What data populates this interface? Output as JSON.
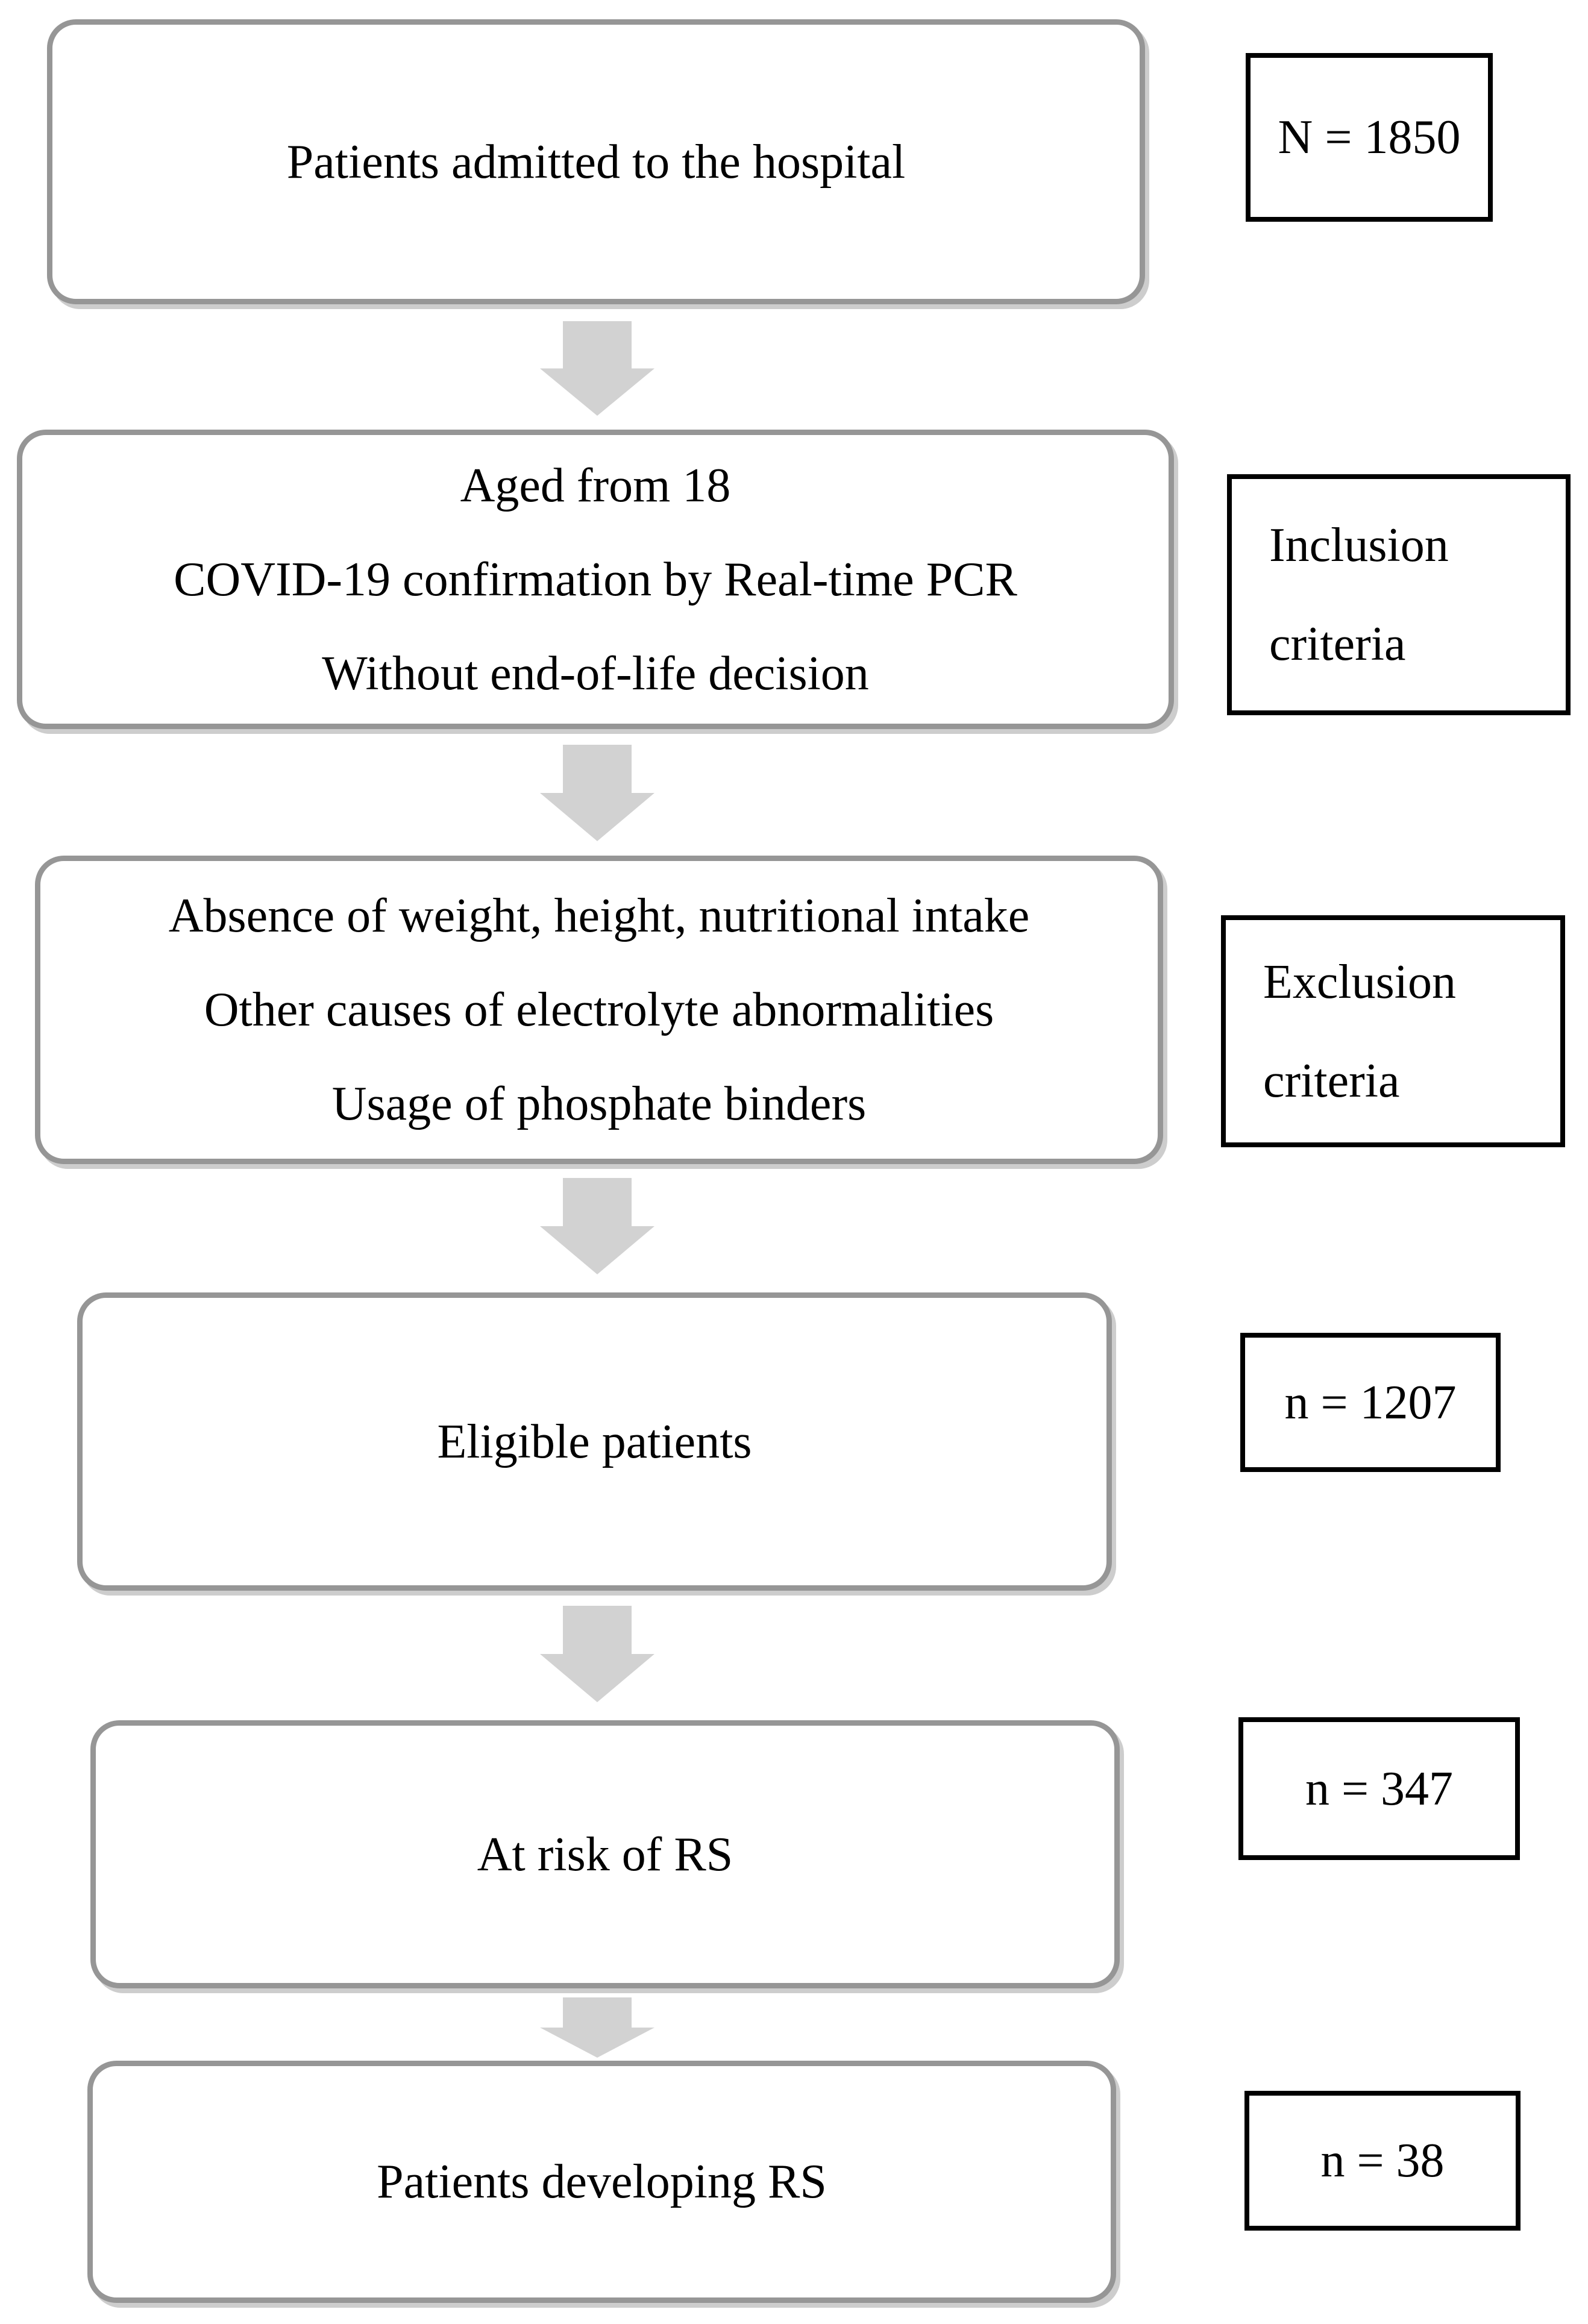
{
  "figure": {
    "colors": {
      "background": "#ffffff",
      "text": "#000000",
      "main_box_border": "#969696",
      "side_box_border": "#000000",
      "arrow_fill": "#d2d2d2"
    },
    "rows": [
      {
        "main_lines": [
          "Patients admitted to the hospital"
        ],
        "side_lines": [
          "N = 1850"
        ]
      },
      {
        "main_lines": [
          "Aged from 18",
          "COVID-19 confirmation by Real-time PCR",
          "Without end-of-life decision"
        ],
        "side_lines": [
          "Inclusion",
          "criteria"
        ]
      },
      {
        "main_lines": [
          "Absence of weight, height, nutritional intake",
          "Other causes of electrolyte abnormalities",
          "Usage of phosphate binders"
        ],
        "side_lines": [
          "Exclusion",
          "criteria"
        ]
      },
      {
        "main_lines": [
          "Eligible patients"
        ],
        "side_lines": [
          "n = 1207"
        ]
      },
      {
        "main_lines": [
          "At risk of RS"
        ],
        "side_lines": [
          "n = 347"
        ]
      },
      {
        "main_lines": [
          "Patients developing RS"
        ],
        "side_lines": [
          "n = 38"
        ]
      }
    ]
  }
}
